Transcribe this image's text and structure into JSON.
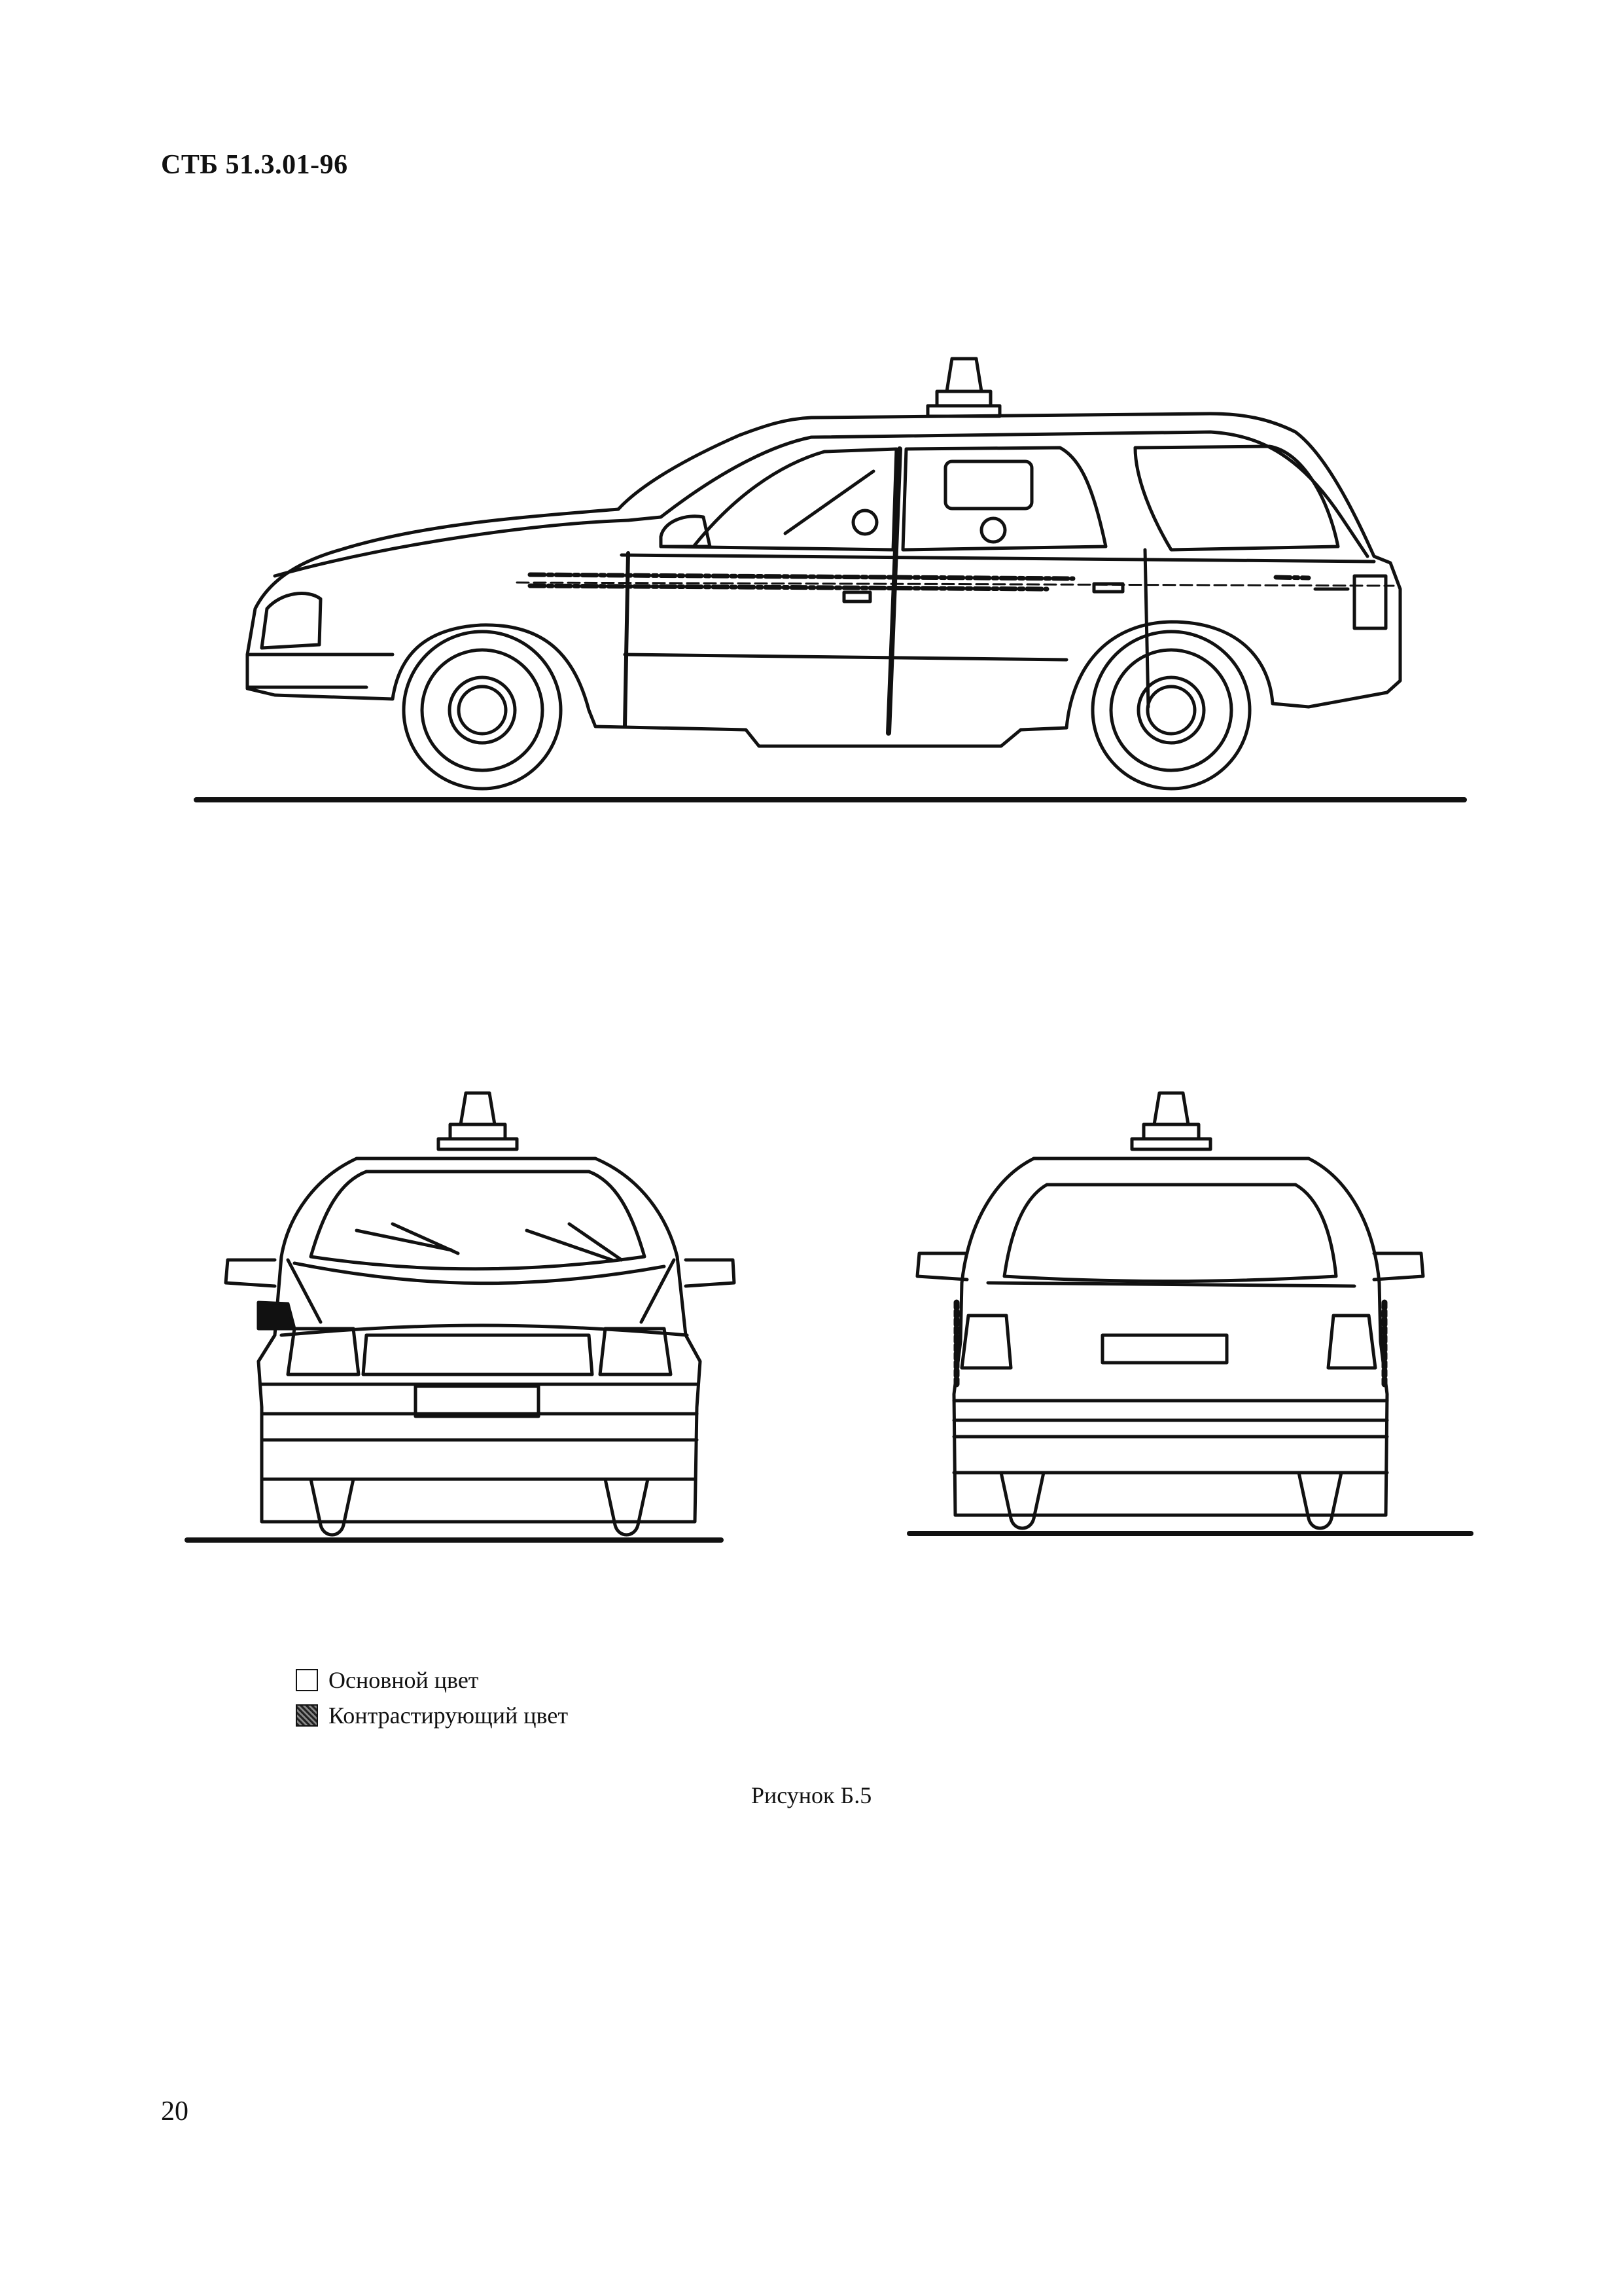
{
  "document": {
    "header_code": "СТБ 51.3.01-96",
    "page_number": "20",
    "figure_caption": "Рисунок Б.5"
  },
  "legend": {
    "items": [
      {
        "label": "Основной цвет",
        "swatch": "white"
      },
      {
        "label": "Контрастирующий цвет",
        "swatch": "hatched-dark"
      }
    ]
  },
  "colors": {
    "ink": "#111111",
    "paper": "#ffffff"
  },
  "figures": [
    {
      "view": "side-view"
    },
    {
      "view": "front-view"
    },
    {
      "view": "rear-view"
    }
  ]
}
